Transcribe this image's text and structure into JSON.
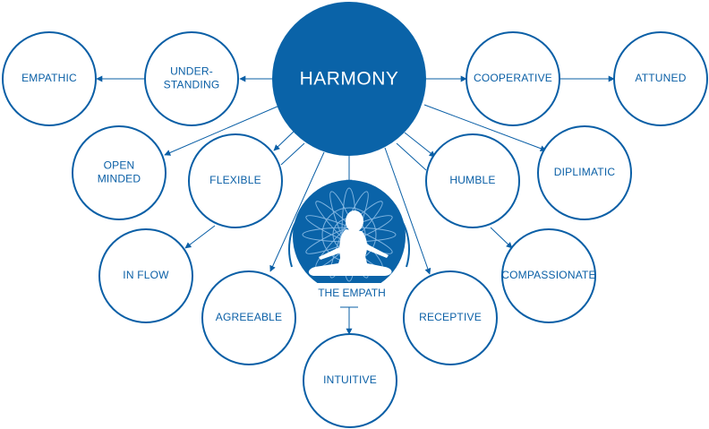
{
  "center": {
    "label": "HARMONY"
  },
  "empath": {
    "label": "THE EMPATH"
  },
  "nodes": {
    "empathic": {
      "lines": [
        "EMPATHIC"
      ]
    },
    "understanding": {
      "lines": [
        "UNDER-",
        "STANDING"
      ]
    },
    "cooperative": {
      "lines": [
        "COOPERATIVE"
      ]
    },
    "attuned": {
      "lines": [
        "ATTUNED"
      ]
    },
    "open_minded": {
      "lines": [
        "OPEN",
        "MINDED"
      ]
    },
    "flexible": {
      "lines": [
        "FLEXIBLE"
      ]
    },
    "humble": {
      "lines": [
        "HUMBLE"
      ]
    },
    "diplimatic": {
      "lines": [
        "DIPLIMATIC"
      ]
    },
    "in_flow": {
      "lines": [
        "IN FLOW"
      ]
    },
    "agreeable": {
      "lines": [
        "AGREEABLE"
      ]
    },
    "receptive": {
      "lines": [
        "RECEPTIVE"
      ]
    },
    "compassionate": {
      "lines": [
        "COMPASSIONATE"
      ]
    },
    "intuitive": {
      "lines": [
        "INTUITIVE"
      ]
    }
  },
  "colors": {
    "primary": "#0a63a8",
    "stroke": "#0a5fa6",
    "background": "#ffffff"
  }
}
